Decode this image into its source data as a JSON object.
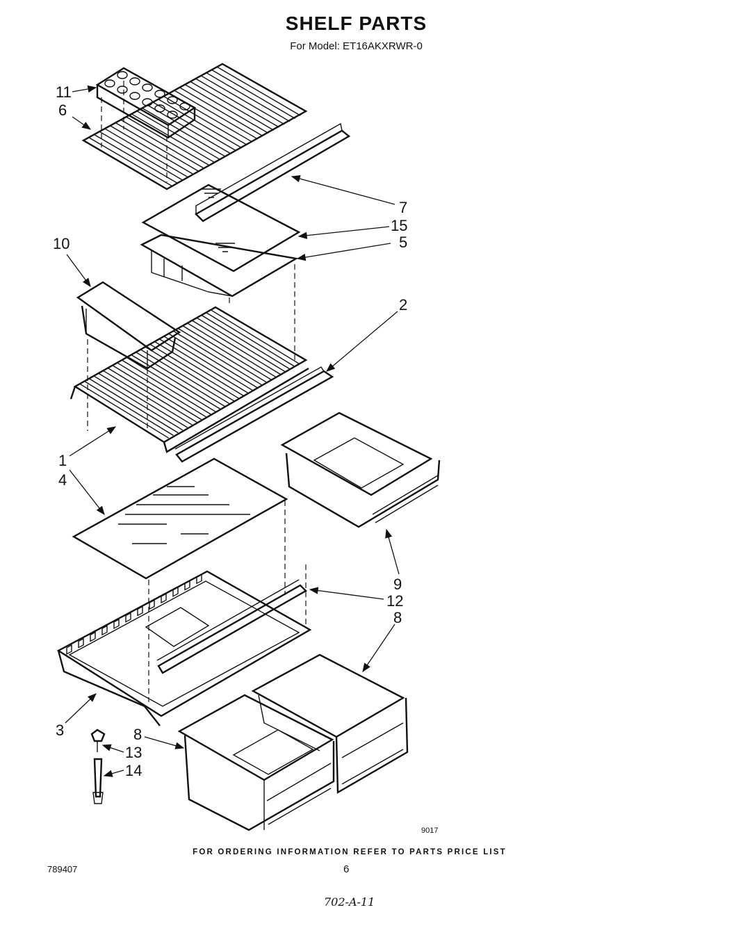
{
  "header": {
    "title": "SHELF PARTS",
    "model": "For Model: ET16AKXRWR-0"
  },
  "callouts": [
    "11",
    "6",
    "7",
    "15",
    "5",
    "10",
    "2",
    "1",
    "4",
    "9",
    "12",
    "8",
    "3",
    "8",
    "13",
    "14"
  ],
  "figure_number": "9017",
  "footer": {
    "note": "FOR ORDERING INFORMATION REFER TO PARTS PRICE LIST",
    "document_number": "789407",
    "page_number": "6",
    "handwritten": "702-A-11"
  }
}
